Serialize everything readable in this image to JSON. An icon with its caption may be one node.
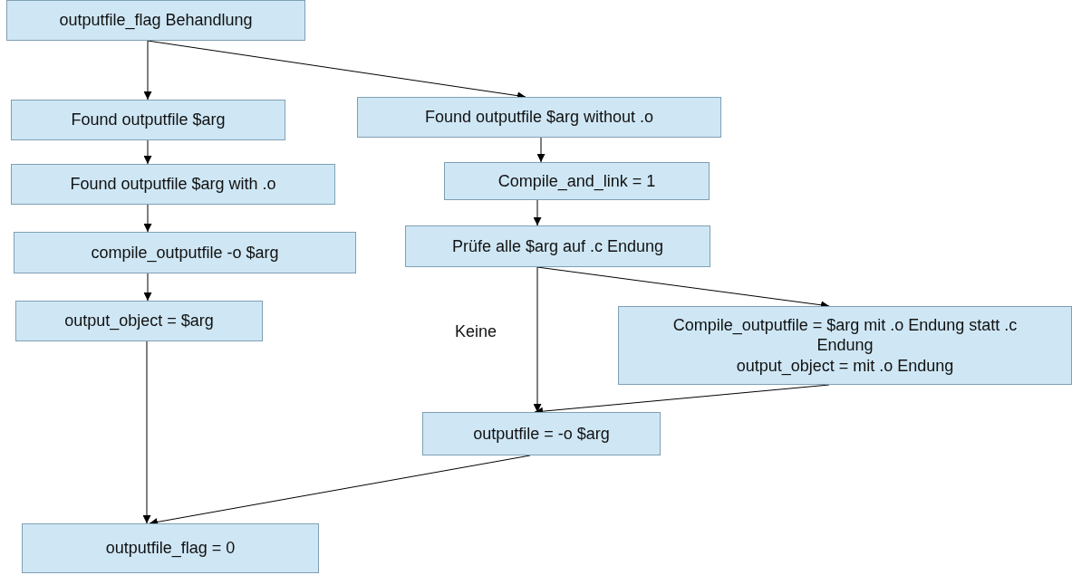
{
  "diagram": {
    "nodes": [
      {
        "text": [
          "outputfile_flag Behandlung"
        ]
      },
      {
        "text": [
          "Found outputfile $arg"
        ]
      },
      {
        "text": [
          "Found outputfile $arg with .o"
        ]
      },
      {
        "text": [
          "compile_outputfile -o $arg"
        ]
      },
      {
        "text": [
          "output_object = $arg"
        ]
      },
      {
        "text": [
          "Found outputfile $arg without .o"
        ]
      },
      {
        "text": [
          "Compile_and_link = 1"
        ]
      },
      {
        "text": [
          "Prüfe alle $arg auf .c Endung"
        ]
      },
      {
        "text": [
          "Compile_outputfile = $arg mit .o Endung statt .c Endung",
          "output_object = mit .o Endung"
        ]
      },
      {
        "text": [
          "outputfile = -o $arg"
        ]
      },
      {
        "text": [
          "outputfile_flag = 0"
        ]
      }
    ],
    "edges": [
      {
        "from": 0,
        "to": 1,
        "arrow": "to"
      },
      {
        "from": 0,
        "to": 5,
        "arrow": "to"
      },
      {
        "from": 1,
        "to": 2,
        "arrow": "to"
      },
      {
        "from": 2,
        "to": 3,
        "arrow": "to"
      },
      {
        "from": 3,
        "to": 4,
        "arrow": "to"
      },
      {
        "from": 5,
        "to": 6,
        "arrow": "to"
      },
      {
        "from": 6,
        "to": 7,
        "arrow": "to"
      },
      {
        "from": 7,
        "to": 9,
        "arrow": "to",
        "label": "Keine"
      },
      {
        "from": 7,
        "to": 8,
        "arrow": "to"
      },
      {
        "from": 8,
        "to": 9,
        "arrow": "to"
      },
      {
        "from": 4,
        "to": 10,
        "arrow": "to"
      },
      {
        "from": 9,
        "to": 10,
        "arrow": "to"
      }
    ]
  }
}
